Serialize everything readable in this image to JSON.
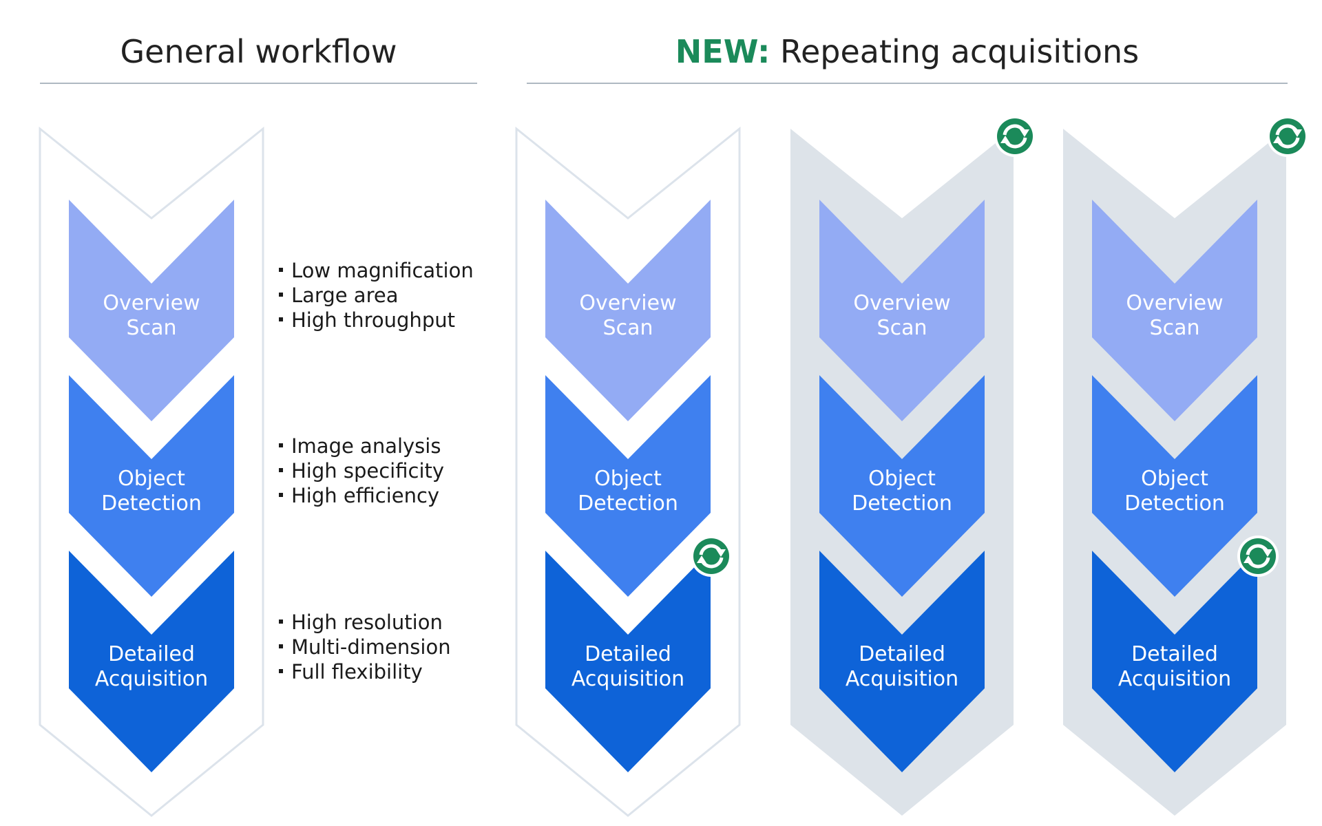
{
  "headings": {
    "general": "General workflow",
    "new_prefix": "NEW:",
    "new_rest": " Repeating acquisitions"
  },
  "steps": [
    {
      "line1": "Overview",
      "line2": "Scan",
      "color": "#93abf4"
    },
    {
      "line1": "Object",
      "line2": "Detection",
      "color": "#3f80ef"
    },
    {
      "line1": "Detailed",
      "line2": "Acquisition",
      "color": "#0e63d8"
    }
  ],
  "step_bullets": [
    [
      "Low magnification",
      "Large area",
      "High throughput"
    ],
    [
      "Image analysis",
      "High specificity",
      "High efficiency"
    ],
    [
      "High resolution",
      "Multi-dimension",
      "Full flexibility"
    ]
  ],
  "colors": {
    "accent_green": "#1b8a5a",
    "frame_outline": "#dce3eb",
    "frame_fill": "#dde3e9",
    "rule": "#aeb8c2"
  },
  "icons": {
    "repeat": "repeat-cycle-icon"
  }
}
